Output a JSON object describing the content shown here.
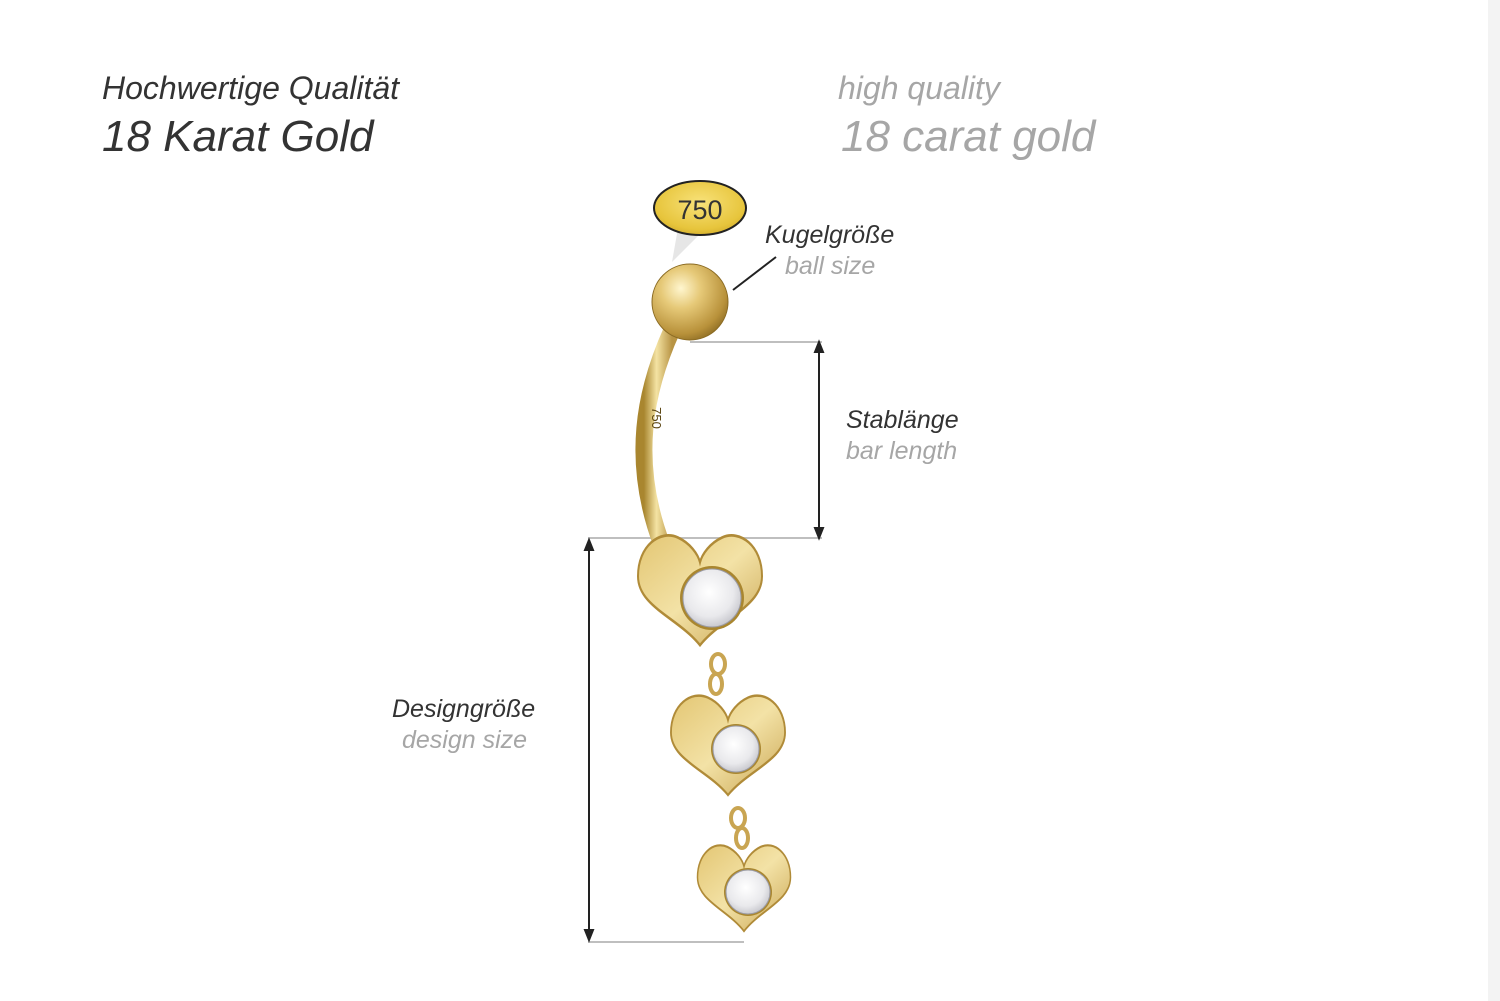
{
  "header": {
    "de_subtitle": "Hochwertige Qualität",
    "de_title": "18 Karat Gold",
    "en_subtitle": "high quality",
    "en_title": "18 carat gold"
  },
  "hallmark": {
    "text": "750",
    "bar_engraving": "750"
  },
  "dimensions": {
    "ball": {
      "de": "Kugelgröße",
      "en": "ball size"
    },
    "bar": {
      "de": "Stablänge",
      "en": "bar length"
    },
    "design": {
      "de": "Designgröße",
      "en": "design size"
    }
  },
  "colors": {
    "gold": "#d4b25a",
    "gold_dark": "#a9862f",
    "gold_light": "#f4e3a3",
    "label_dark": "#333333",
    "label_light": "#a6a6a6",
    "guide_line": "#bfbfbf"
  },
  "icons": [
    "hallmark-oval-icon",
    "gemstone-icon"
  ]
}
